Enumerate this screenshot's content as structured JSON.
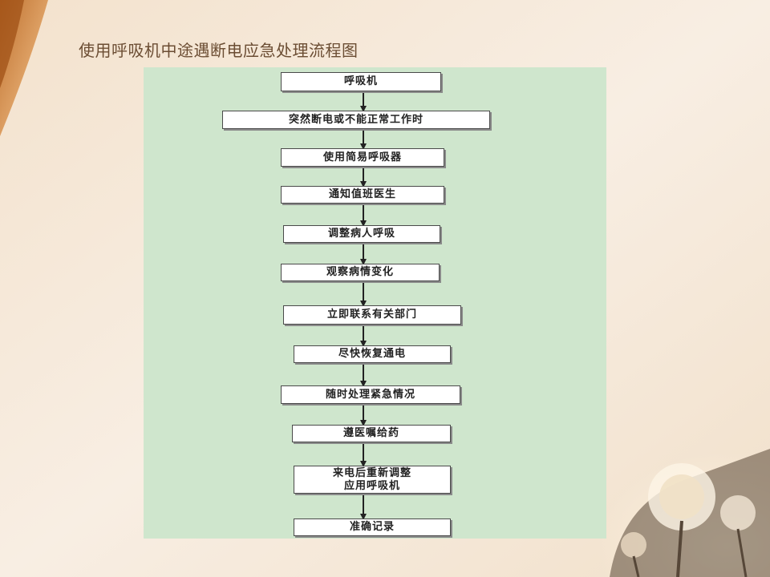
{
  "slide": {
    "title": "使用呼吸机中途遇断电应急处理流程图"
  },
  "flowchart": {
    "steps": [
      {
        "label": "呼吸机"
      },
      {
        "label": "突然断电或不能正常工作时"
      },
      {
        "label": "使用简易呼吸器"
      },
      {
        "label": "通知值班医生"
      },
      {
        "label": "调整病人呼吸"
      },
      {
        "label": "观察病情变化"
      },
      {
        "label": "立即联系有关部门"
      },
      {
        "label": "尽快恢复通电"
      },
      {
        "label": "随时处理紧急情况"
      },
      {
        "label": "遵医嘱给药"
      },
      {
        "label": "来电后重新调整\n应用呼吸机"
      },
      {
        "label": "准确记录"
      }
    ]
  },
  "colors": {
    "panel": "#cfe6cd",
    "title": "#6b4d33",
    "arrow": "#222222"
  }
}
